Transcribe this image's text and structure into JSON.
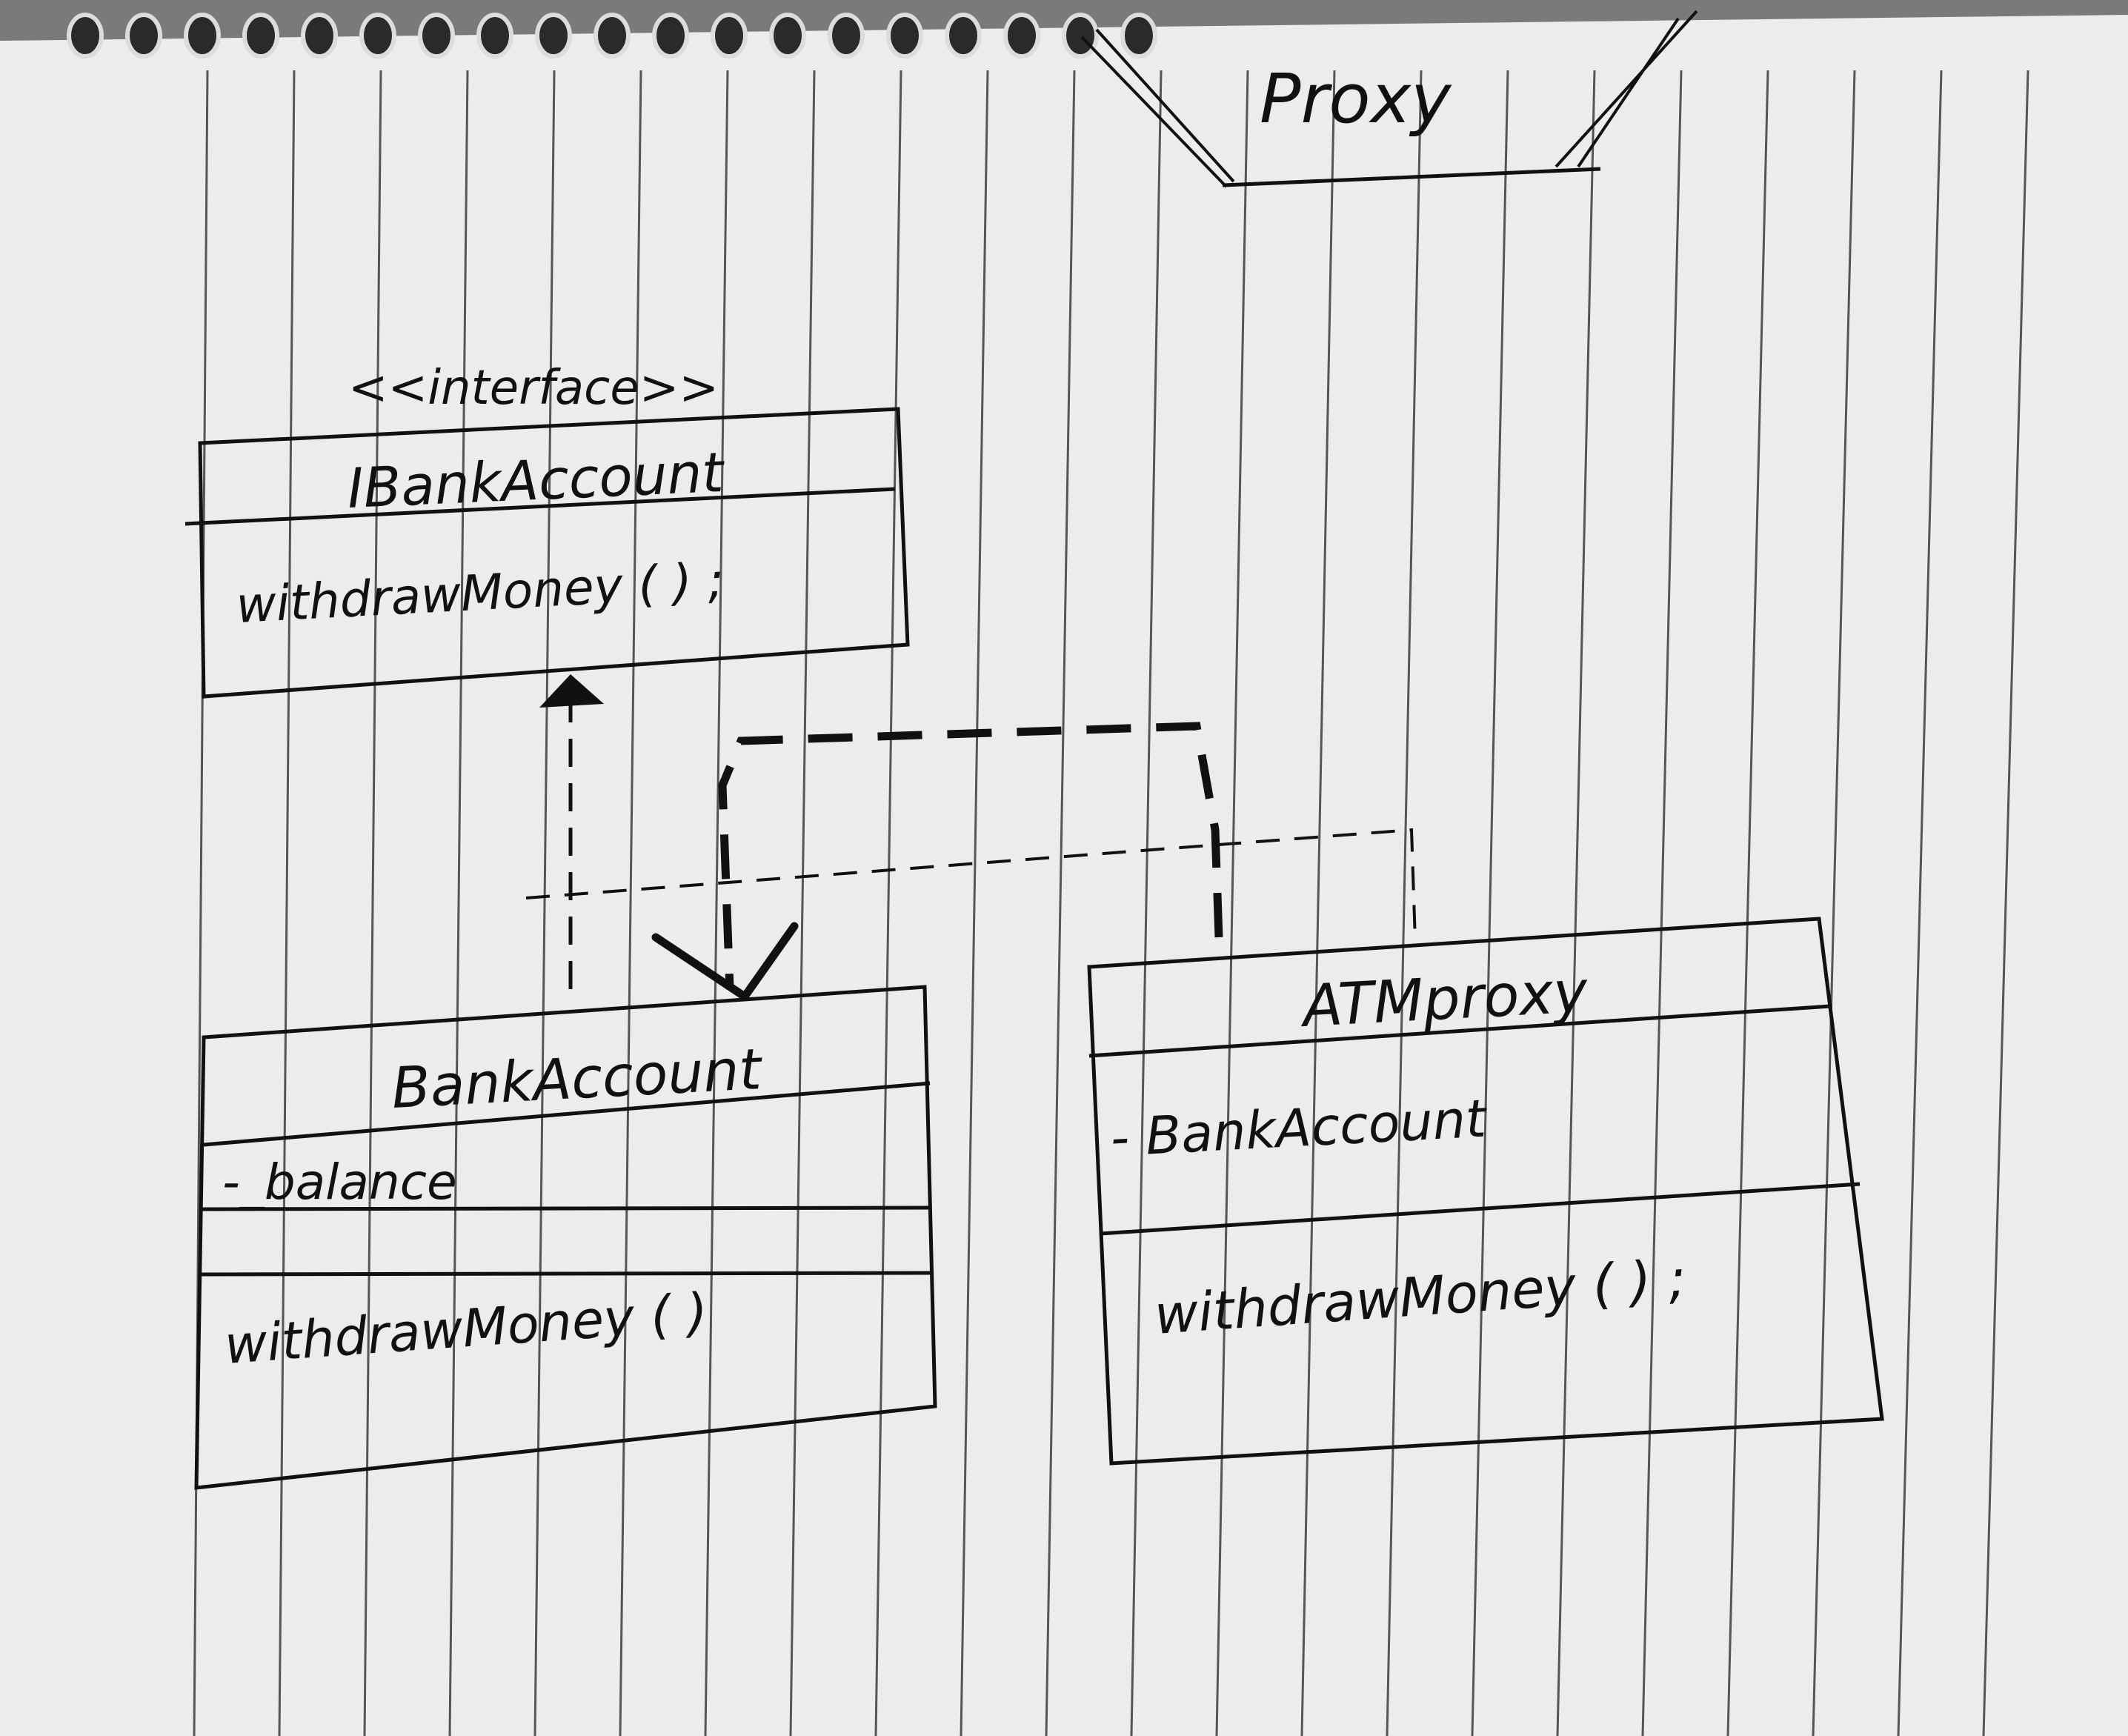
{
  "diagram": {
    "title": "Proxy",
    "interface_stereotype": "<<interface>>",
    "interface_class": {
      "name": "IBankAccount",
      "method": "withdrawMoney ( ) ;"
    },
    "real_subject_class": {
      "name": "BankAccount",
      "attribute": "-_balance",
      "method": "withdrawMoney ( )"
    },
    "proxy_class": {
      "name": "ATMproxy",
      "attribute": "- BankAccount",
      "method": "withdrawMoney ( ) ;"
    }
  },
  "colors": {
    "paper": "#ececec",
    "ink": "#111111",
    "rule_line": "#555555"
  }
}
